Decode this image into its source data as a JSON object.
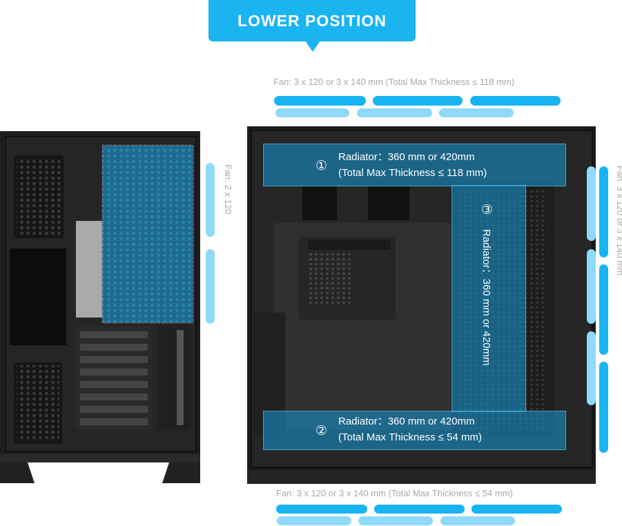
{
  "header": {
    "title": "LOWER POSITION"
  },
  "top_fan": {
    "label": "Fan: 3 x 120  or 3 x 140 mm (Total Max Thickness ≤ 118 mm)"
  },
  "bottom_fan": {
    "label": "Fan: 3 x 120  or 3 x 140 mm (Total Max Thickness ≤ 54 mm)"
  },
  "rear_fan": {
    "label": "Fan: 2 x 120"
  },
  "side_fan": {
    "label": "Fan: 3 x 120  or 3 x 140 mm"
  },
  "radiators": {
    "top": {
      "number": "①",
      "line1": "Radiator：360 mm or 420mm",
      "line2": "(Total Max Thickness ≤ 118 mm)"
    },
    "bottom": {
      "number": "②",
      "line1": "Radiator：360 mm or 420mm",
      "line2": "(Total Max Thickness ≤ 54 mm)"
    },
    "side": {
      "number": "③",
      "text": "Radiator：360 mm or 420mm"
    }
  },
  "colors": {
    "accent": "#1ab4f0",
    "bar_dark": "#18b4f2",
    "bar_light": "#8fdaf8",
    "radiator_overlay": "#168cc4",
    "case": "#1c1c1c"
  }
}
